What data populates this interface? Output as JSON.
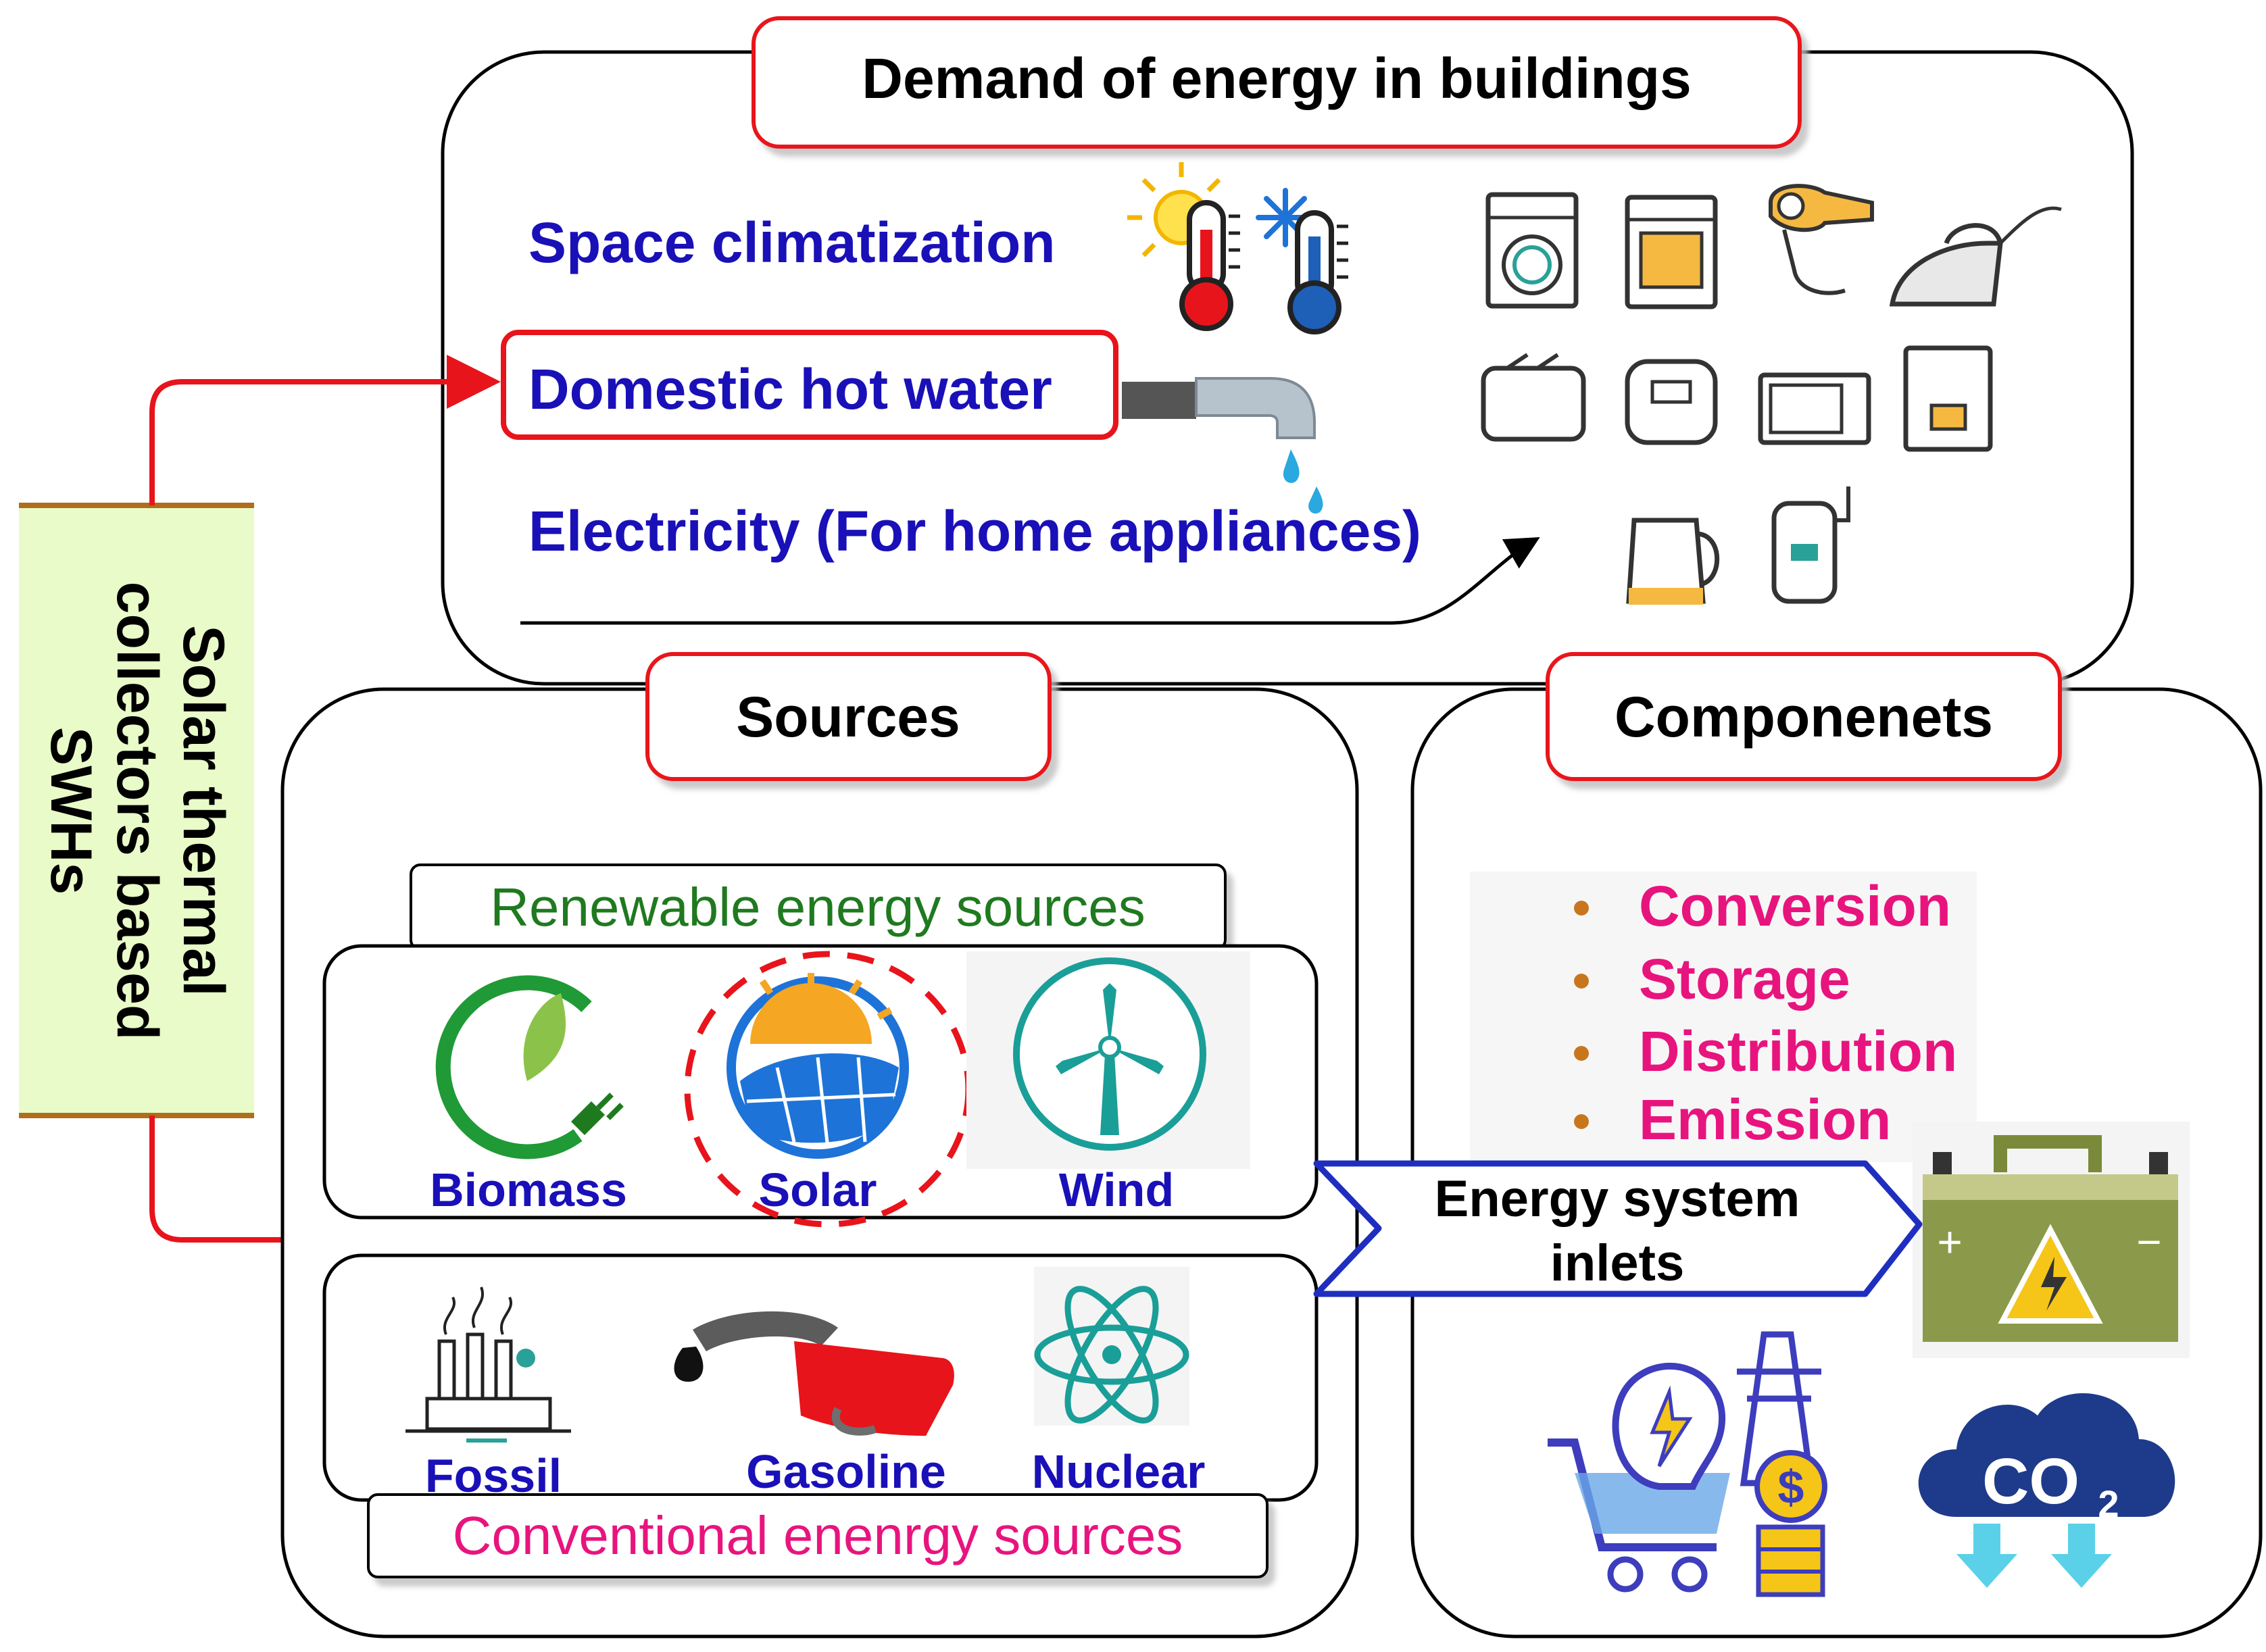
{
  "demand": {
    "title": "Demand of energy in buildings",
    "items": [
      "Space climatization",
      "Domestic hot water",
      "Electricity (For home appliances)"
    ]
  },
  "side_label": {
    "lines": [
      "Solar thermal",
      "collectors based",
      "SWHs"
    ]
  },
  "sources": {
    "title": "Sources",
    "renewable_label": "Renewable energy sources",
    "renewable": [
      "Biomass",
      "Solar",
      "Wind"
    ],
    "conventional": [
      "Fossil",
      "Gasoline",
      "Nuclear"
    ],
    "conventional_label": "Conventional enenrgy sources"
  },
  "components": {
    "title": "Componenets",
    "items": [
      "Conversion",
      "Storage",
      "Distribution",
      "Emission"
    ]
  },
  "inlets": {
    "lines": [
      "Energy system",
      "inlets"
    ]
  },
  "icons": {
    "co2": "CO",
    "co2_sub": "2",
    "battery_plus": "+",
    "battery_minus": "−",
    "dollar": "$"
  },
  "colors": {
    "red": "#e8141b",
    "blue": "#1a10b8",
    "green": "#1f7a1f",
    "magenta": "#e8147e",
    "navy": "#1e3a8a",
    "side_fill": "#e9fbc8",
    "side_border": "#b06d1b",
    "bullet": "#c8761e"
  }
}
